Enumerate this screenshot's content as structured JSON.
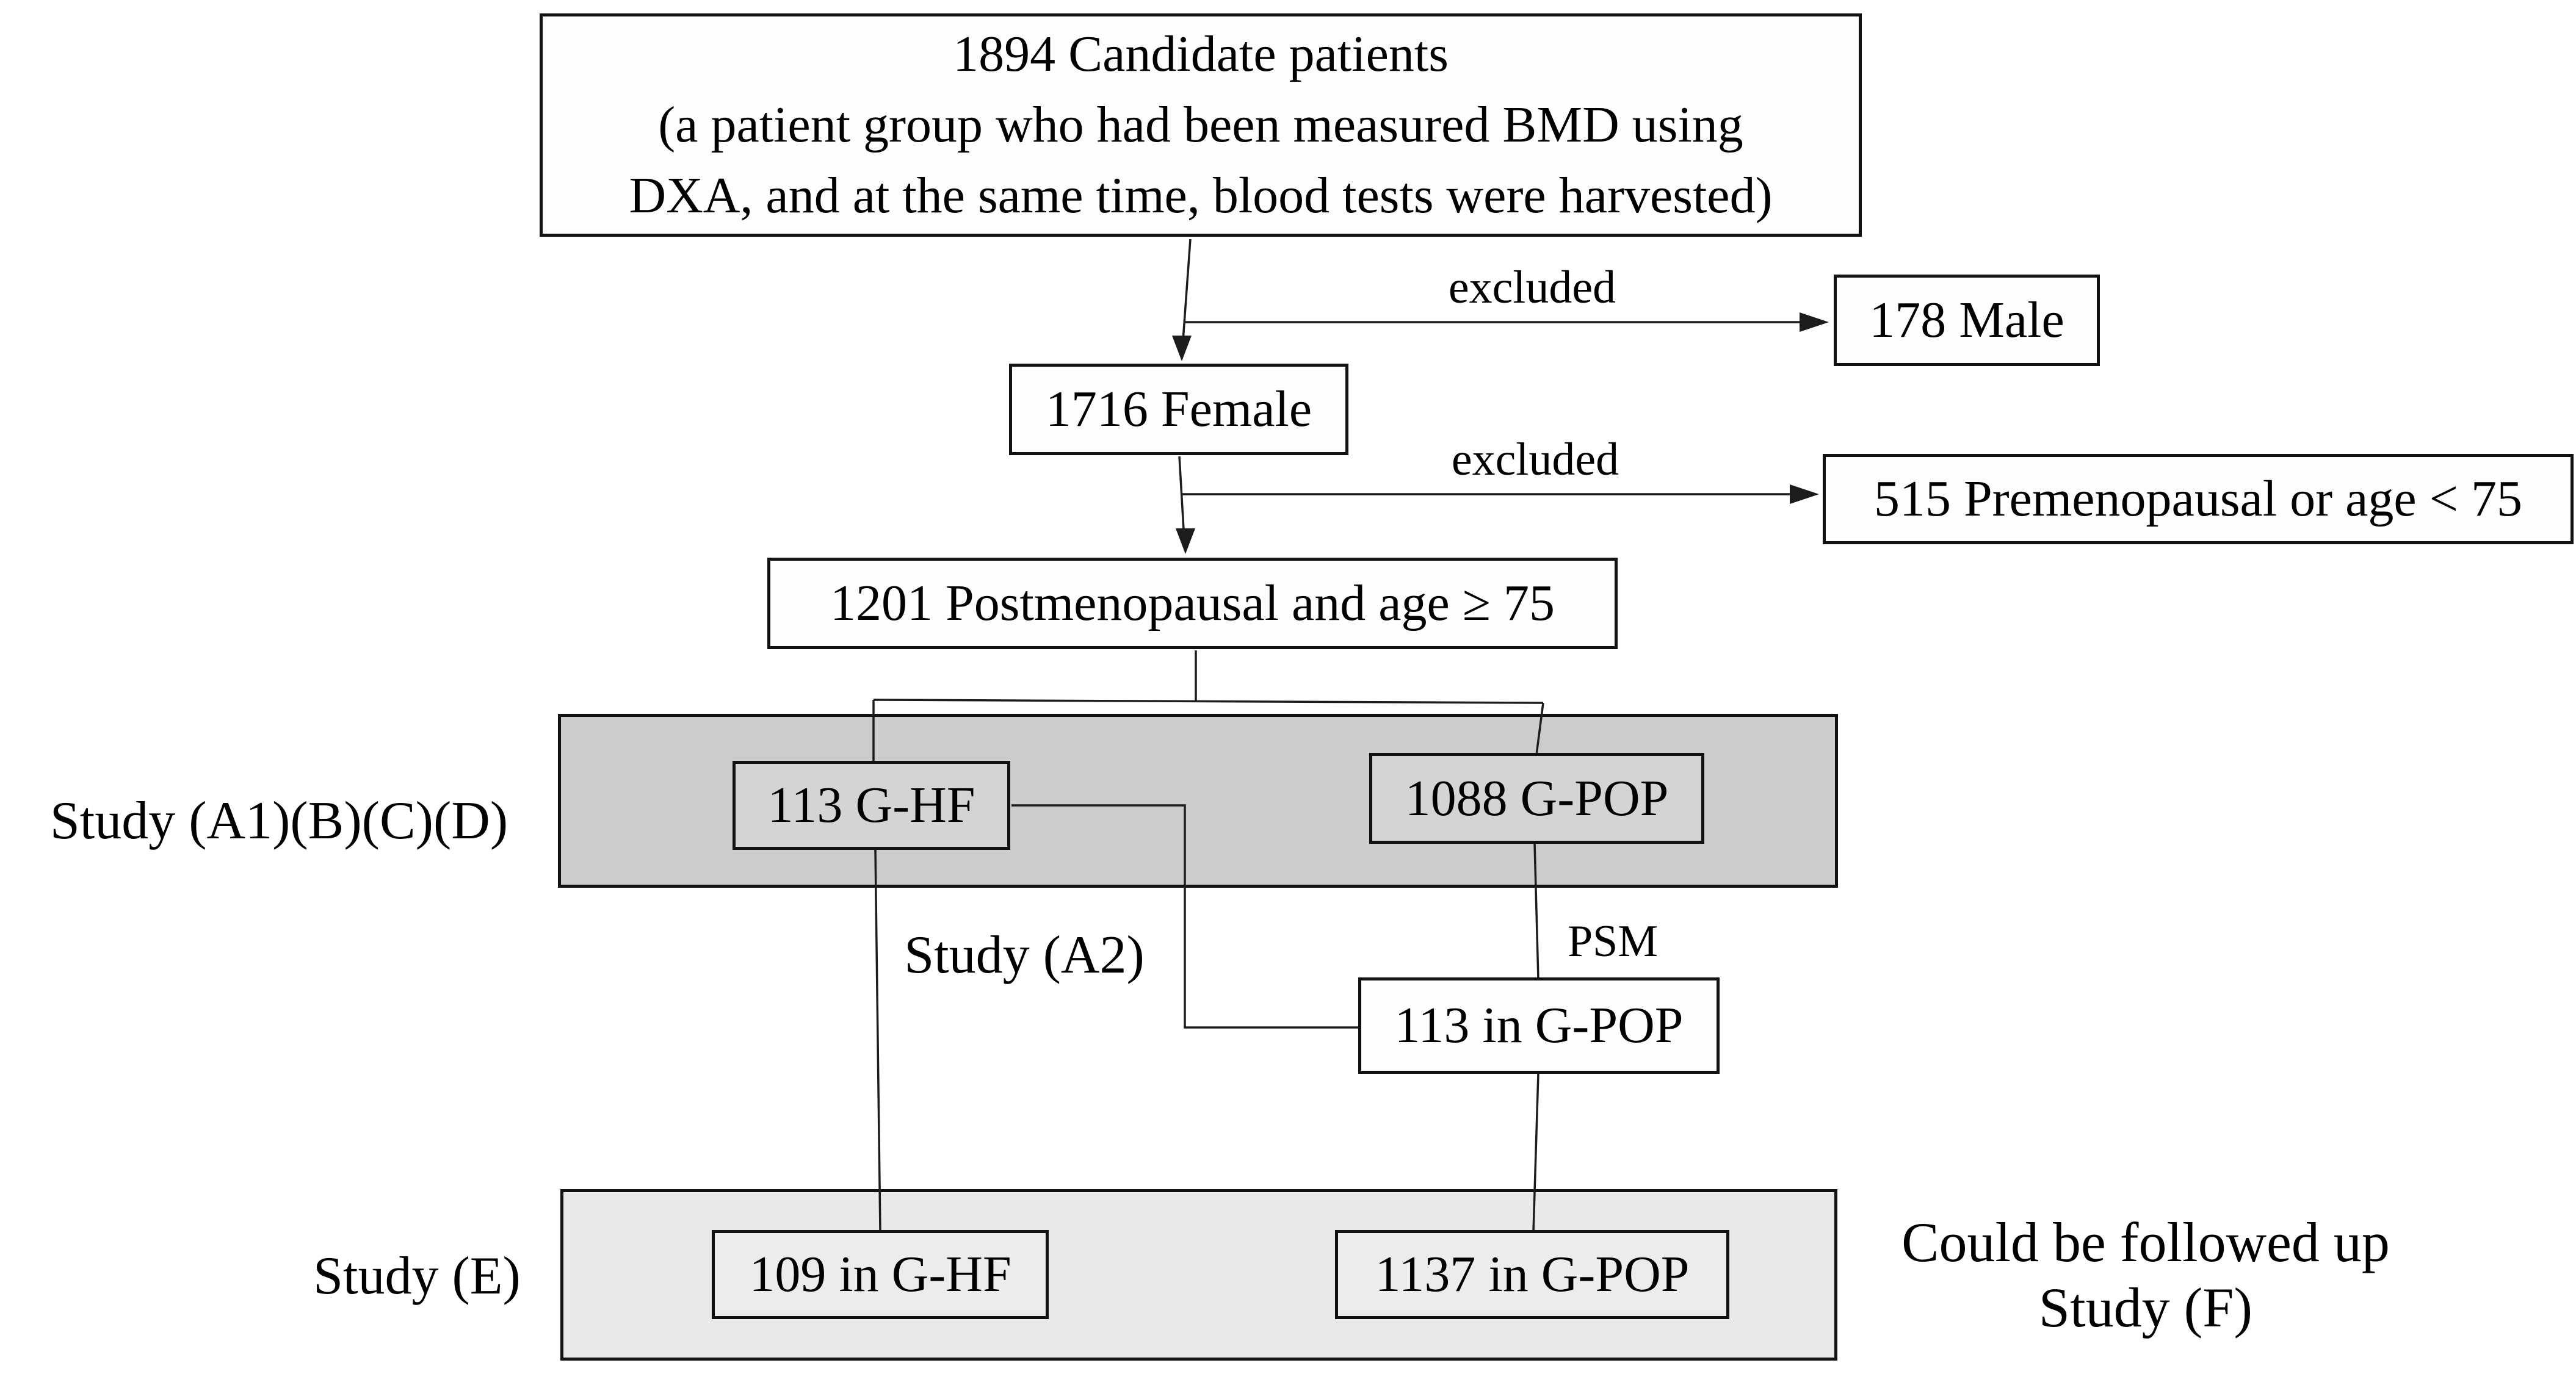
{
  "colors": {
    "background": "#ffffff",
    "line": "#1c1c1c",
    "border": "#121212",
    "node_fill": "#fdfdfd",
    "group1_fill": "#cccccc",
    "group1_node_fill": "#d4d4d4",
    "group2_fill": "#e9e9e9",
    "group2_node_fill": "#ececec"
  },
  "nodes": {
    "candidates": "1894 Candidate patients\n(a patient group who had been measured BMD using\nDXA, and at the same time, blood tests were harvested)",
    "male_excluded": "178 Male",
    "female": "1716 Female",
    "premenopausal_excluded": "515 Premenopausal or age < 75",
    "postmenopausal": "1201 Postmenopausal and age ≥ 75",
    "g_hf": "113 G-HF",
    "g_pop": "1088 G-POP",
    "psm_matched_g_pop": "113 in G-POP",
    "followup_g_hf": "109 in G-HF",
    "followup_g_pop": "1137 in G-POP"
  },
  "labels": {
    "excluded_male": "excluded",
    "excluded_premenopausal": "excluded",
    "study_a1bcd": "Study (A1)(B)(C)(D)",
    "study_a2": "Study (A2)",
    "psm": "PSM",
    "study_e": "Study (E)",
    "followup": "Could be followed up\nStudy (F)"
  }
}
